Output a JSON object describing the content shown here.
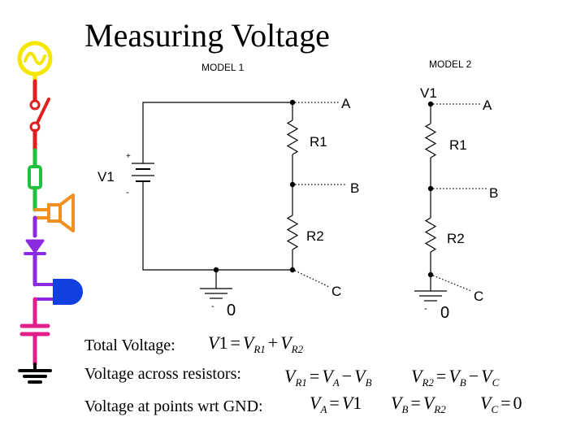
{
  "title": "Measuring Voltage",
  "model1": {
    "label": "MODEL 1",
    "source_label": "V1",
    "plus_sign": "+",
    "minus_sign": "-",
    "node_a": "A",
    "node_b": "B",
    "node_c": "C",
    "r1": "R1",
    "r2": "R2",
    "ground_minus": "-",
    "ground_label": "0"
  },
  "model2": {
    "label": "MODEL 2",
    "v1_label": "V1",
    "node_a": "A",
    "node_b": "B",
    "node_c": "C",
    "r1": "R1",
    "r2": "R2",
    "ground_minus": "-",
    "ground_label": "0"
  },
  "equations": {
    "total_label": "Total Voltage:",
    "across_label": "Voltage across resistors:",
    "points_label": "Voltage at points wrt GND:",
    "V": "V",
    "R1": "R1",
    "R2": "R2",
    "A": "A",
    "B": "B",
    "C": "C",
    "one": "1",
    "zero": "0",
    "eq_sign": "=",
    "plus": "+",
    "minus": "−"
  },
  "colors": {
    "yellow": "#f5e600",
    "red": "#e02020",
    "green": "#22c040",
    "orange": "#f09020",
    "purple": "#8a2be2",
    "blue": "#1040e0",
    "magenta": "#e0208a",
    "black": "#000000"
  }
}
